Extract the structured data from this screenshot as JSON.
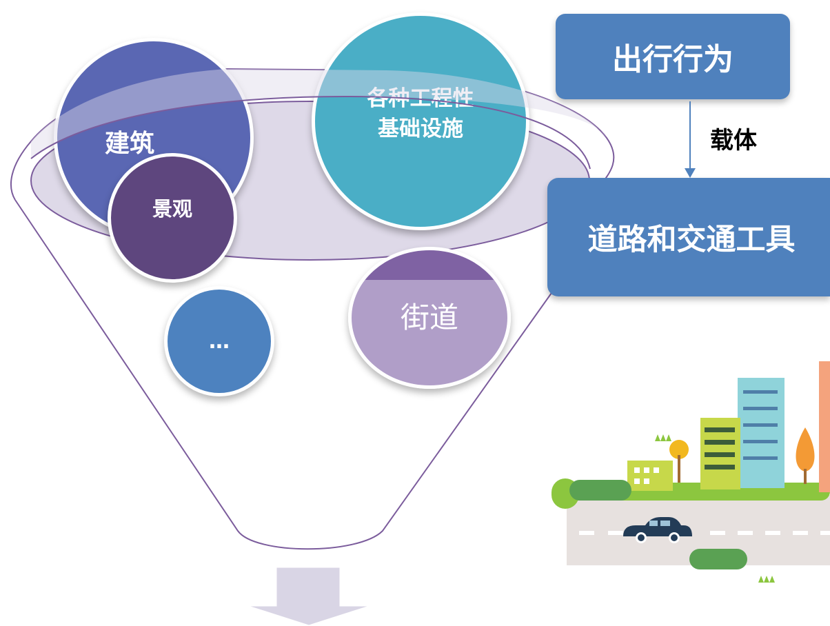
{
  "funnel": {
    "items": {
      "building": "建筑",
      "infrastructure_line1": "各种工程性",
      "infrastructure_line2": "基础设施",
      "landscape": "景观",
      "ellipsis": "…",
      "street": "街道"
    }
  },
  "flow": {
    "top_box": "出行行为",
    "connector_label": "载体",
    "bottom_box": "道路和交通工具"
  },
  "colors": {
    "building": "#5a67b3",
    "infrastructure": "#4aaec6",
    "landscape": "#5e467e",
    "ellipsis_circle": "#4d82bf",
    "street": "#b09ec8",
    "street_cap": "#7f62a3",
    "flow_box": "#4f81bd",
    "funnel_line": "#7b5c9c",
    "funnel_fill": "#ded9e8",
    "arrow": "#d9d5e5"
  },
  "illustration": {
    "name": "city-street-illustration"
  }
}
